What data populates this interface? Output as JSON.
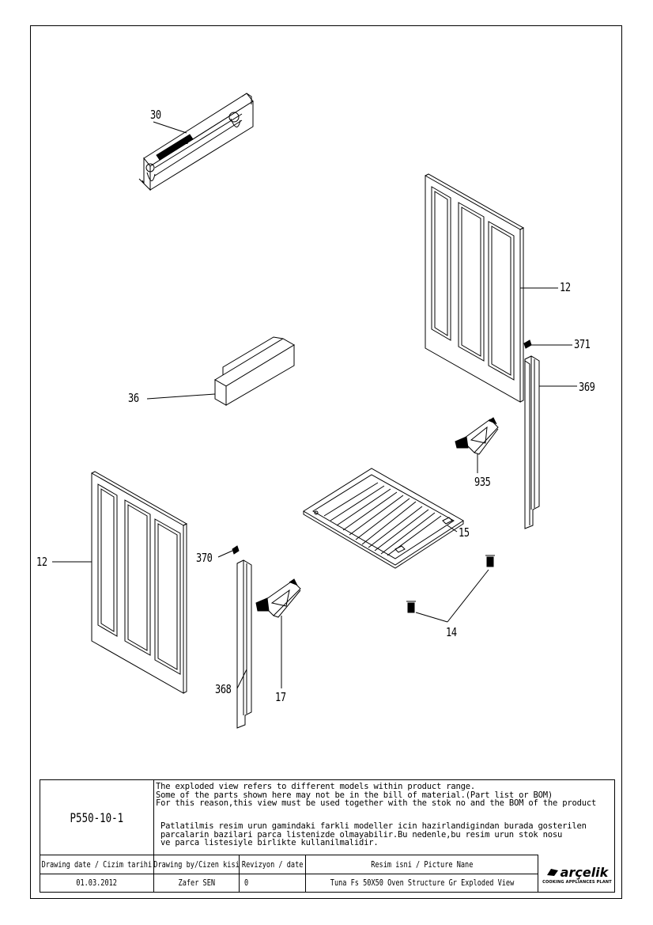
{
  "callouts": {
    "c30": "30",
    "c12_right": "12",
    "c371": "371",
    "c369": "369",
    "c36": "36",
    "c935": "935",
    "c15": "15",
    "c12_left": "12",
    "c370": "370",
    "c14": "14",
    "c368": "368",
    "c17": "17"
  },
  "title_block": {
    "drawing_code": "P550-10-1",
    "notes_en": [
      "The exploded view refers to different models within product range.",
      "Some of the parts shown here may not be in the bill of material.(Part list or BOM)",
      "For this reason,this view must be used together with the stok no and the BOM of the product"
    ],
    "notes_tr": [
      "Patlatilmis resim urun gamindaki farkli modeller icin hazirlandigindan burada gosterilen",
      "parcalarin bazilari parca listenizde olmayabilir.Bu nedenle,bu resim urun stok nosu",
      "ve parca listesiyle birlikte kullanilmalidir."
    ],
    "headers": {
      "drawing_date": "Drawing date / Cizim tarihi",
      "drawn_by": "Drawing by/Cizen kisi",
      "revision": "Revizyon / date",
      "picture_name": "Resim isni / Picture Nane"
    },
    "values": {
      "drawing_date": "01.03.2012",
      "drawn_by": "Zafer SEN",
      "revision": "0",
      "picture_name": "Tuna Fs 50X50 Oven Structure Gr Exploded View"
    },
    "logo_text": "arçelik",
    "logo_subtext": "COOKING APPLIANCES PLANT"
  }
}
